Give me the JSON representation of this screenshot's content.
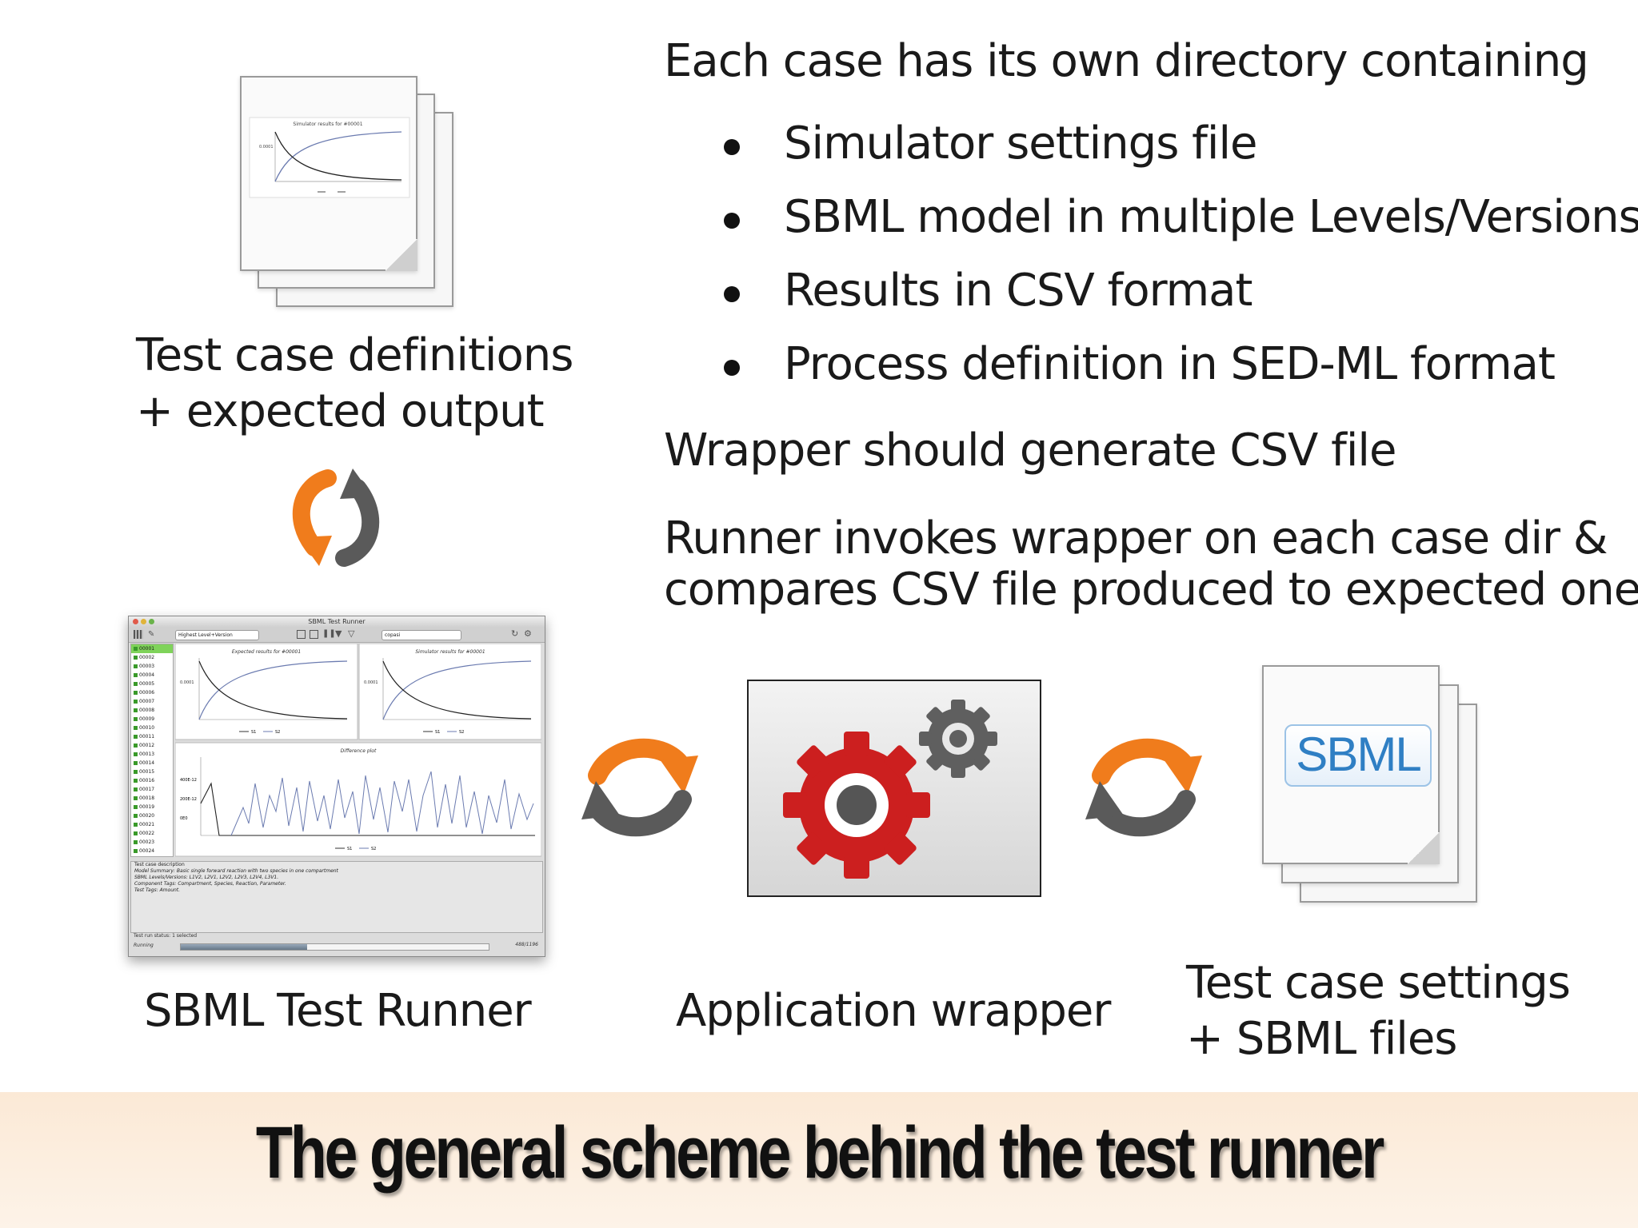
{
  "right_panel": {
    "intro": "Each case has its own directory containing",
    "bullets": [
      "Simulator settings file",
      "SBML model in multiple Levels/Versions",
      "Results in CSV format",
      "Process definition in SED-ML format"
    ],
    "wrapper_note": "Wrapper should generate CSV file",
    "runner_note_line1": "Runner invokes wrapper on each case dir &",
    "runner_note_line2": "compares CSV file produced to expected one"
  },
  "labels": {
    "test_case_defs_line1": "Test case definitions",
    "test_case_defs_line2": "+ expected output",
    "sbml_test_runner": "SBML Test Runner",
    "application_wrapper": "Application wrapper",
    "settings_line1": "Test case settings",
    "settings_line2": "+ SBML files"
  },
  "footer": {
    "title": "The general scheme behind the test runner"
  },
  "runner_window": {
    "title": "SBML Test Runner",
    "level_select": "Highest Level+Version",
    "wrapper_select": "copasi",
    "plot1_title": "Expected results for #00001",
    "plot2_title": "Simulator results for #00001",
    "plot3_title": "Difference plot",
    "y_tick": "0.0001",
    "diff_ticks": [
      "400E-12",
      "200E-12",
      "0E0"
    ],
    "legend": [
      "S1",
      "S2"
    ],
    "case_ids": [
      "00001",
      "00002",
      "00003",
      "00004",
      "00005",
      "00006",
      "00007",
      "00008",
      "00009",
      "00010",
      "00011",
      "00012",
      "00013",
      "00014",
      "00015",
      "00016",
      "00017",
      "00018",
      "00019",
      "00020",
      "00021",
      "00022",
      "00023",
      "00024"
    ],
    "desc_heading": "Test case description",
    "desc_lines": [
      "Model Summary: Basic single forward reaction with two species in one compartment",
      "SBML Levels/Versions: L1V2, L2V1, L2V2, L2V3, L2V4, L3V1.",
      "Component Tags: Compartment, Species, Reaction, Parameter.",
      "Test Tags: Amount."
    ],
    "status_line": "Test run status: 1 selected",
    "running_label": "Running",
    "progress_text": "488/1196",
    "progress": 0.41
  },
  "stack_chart": {
    "title": "Simulator results for #00001",
    "y_tick": "0.0001"
  },
  "sbml_logo": "SBML",
  "colors": {
    "orange": "#f07c1c",
    "gray_arrow": "#5a5a5a",
    "gear_red": "#cc1f1f",
    "gear_gray": "#5f5f5f",
    "sbml_blue": "#2f7fc4"
  },
  "icons": {
    "sync_top": "sync-icon",
    "sync_left": "sync-icon",
    "sync_right": "sync-icon",
    "gear": "gear-icon"
  }
}
